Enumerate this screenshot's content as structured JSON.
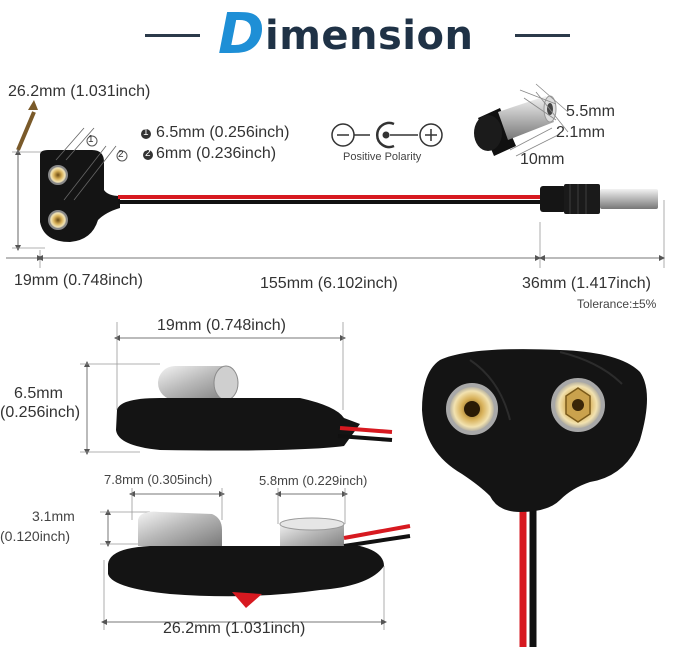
{
  "title": {
    "first_letter": "D",
    "rest": "imension"
  },
  "top": {
    "diag_height": "26.2mm (1.031inch)",
    "snap1_size": "6.5mm (0.256inch)",
    "snap2_size": "6mm (0.236inch)",
    "marker1": "1",
    "marker2": "2",
    "polarity_label": "Positive Polarity",
    "polarity_minus": "−",
    "polarity_plus": "+",
    "jack_outer": "5.5mm",
    "jack_inner": "2.1mm",
    "jack_depth": "10mm",
    "len_clip": "19mm (0.748inch)",
    "len_cable": "155mm (6.102inch)",
    "len_plug": "36mm (1.417inch)",
    "tolerance": "Tolerance:±5%"
  },
  "side": {
    "width": "19mm (0.748inch)",
    "height_mm": "6.5mm",
    "height_in": "(0.256inch)"
  },
  "front": {
    "snap_a": "7.8mm (0.305inch)",
    "snap_b": "5.8mm (0.229inch)",
    "snap_h_mm": "3.1mm",
    "snap_h_in": "(0.120inch)",
    "width": "26.2mm (1.031inch)"
  },
  "colors": {
    "title_dark": "#1f3246",
    "title_accent": "#1e8fd6",
    "wire_red": "#d71920",
    "wire_black": "#111111",
    "clip_black": "#141414"
  }
}
